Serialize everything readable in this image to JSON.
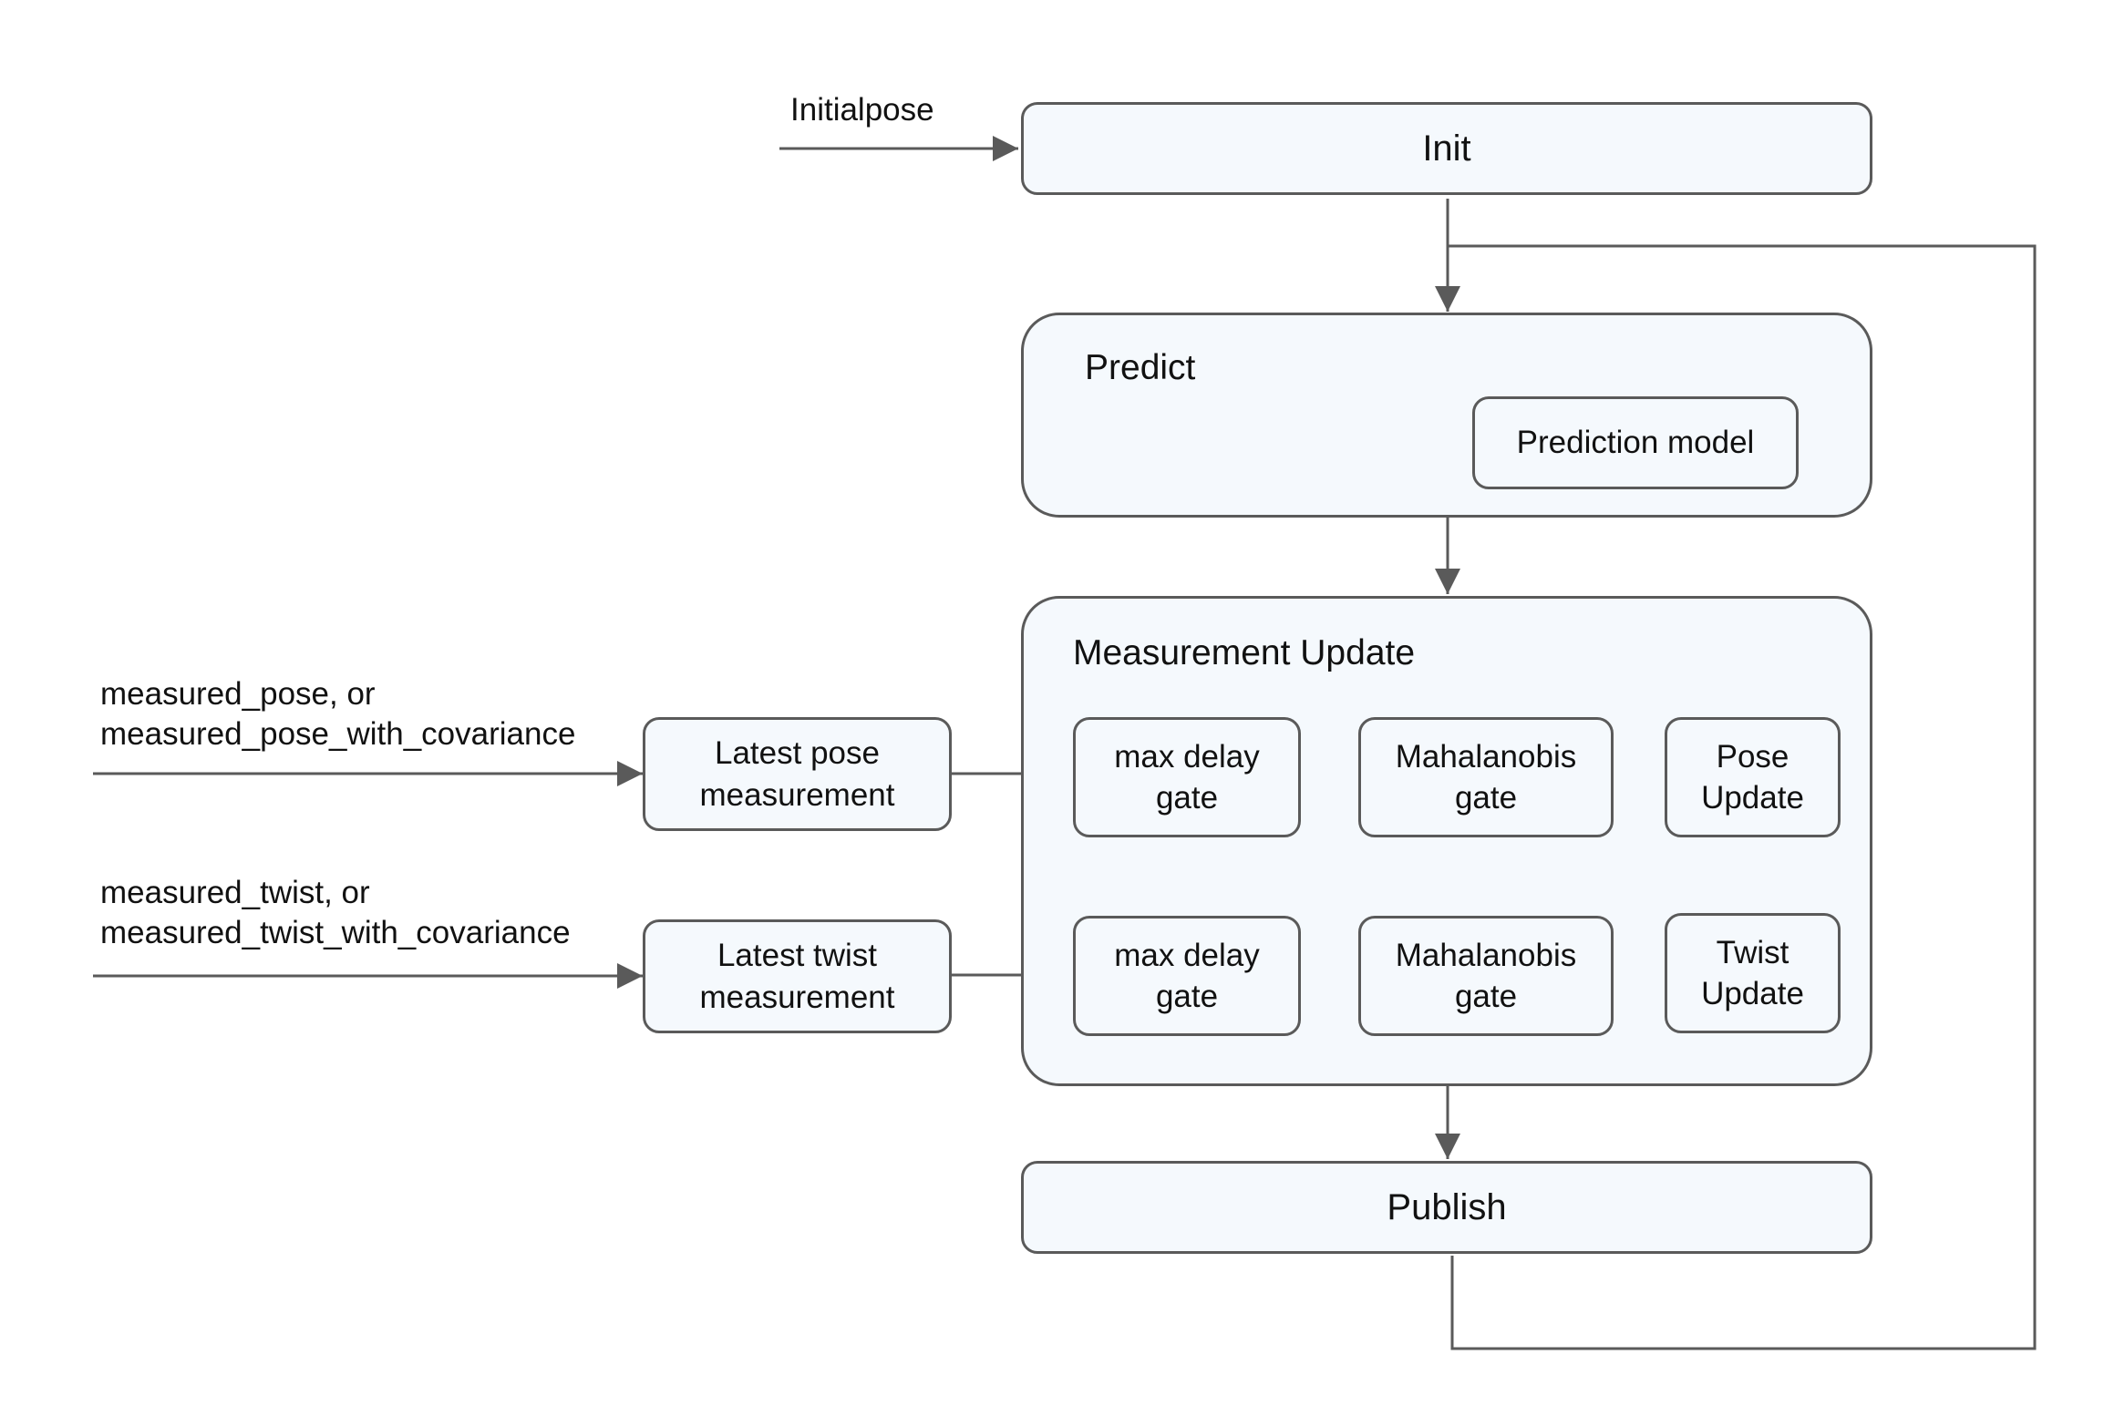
{
  "diagram": {
    "inputs": {
      "initialpose": "Initialpose",
      "pose_line1": "measured_pose, or",
      "pose_line2": "measured_pose_with_covariance",
      "twist_line1": "measured_twist, or",
      "twist_line2": "measured_twist_with_covariance"
    },
    "nodes": {
      "init": "Init",
      "predict": "Predict",
      "prediction_model": "Prediction model",
      "measurement_update": "Measurement Update",
      "latest_pose_1": "Latest pose",
      "latest_pose_2": "measurement",
      "latest_twist_1": "Latest twist",
      "latest_twist_2": "measurement",
      "max_delay_1": "max delay",
      "max_delay_2": "gate",
      "mahalanobis_1": "Mahalanobis",
      "mahalanobis_2": "gate",
      "pose_update_1": "Pose",
      "pose_update_2": "Update",
      "twist_update_1": "Twist",
      "twist_update_2": "Update",
      "publish": "Publish"
    },
    "colors": {
      "box_fill": "#f5f9fd",
      "stroke": "#5a5a5a",
      "text": "#111111"
    }
  }
}
